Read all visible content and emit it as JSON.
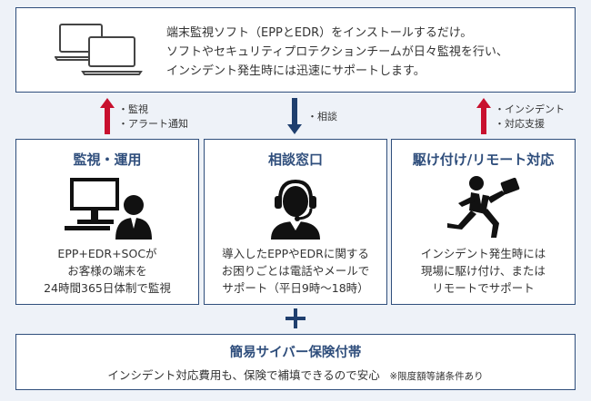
{
  "top": {
    "lines": [
      "端末監視ソフト（EPPとEDR）をインストールするだけ。",
      "ソフトやセキュリティプロテクションチームが日々監視を行い、",
      "インシデント発生時には迅速にサポートします。"
    ],
    "icon": "two-laptops-icon"
  },
  "arrows": [
    {
      "direction": "up",
      "color": "#c8102e",
      "labels": [
        "・監視",
        "・アラート通知"
      ]
    },
    {
      "direction": "down",
      "color": "#1f3f6e",
      "labels": [
        "・相談"
      ]
    },
    {
      "direction": "up",
      "color": "#c8102e",
      "labels": [
        "・インシデント",
        "・対応支援"
      ]
    }
  ],
  "cards": [
    {
      "title": "監視・運用",
      "icon": "monitoring-person-icon",
      "lines": [
        "EPP+EDR+SOCが",
        "お客様の端末を",
        "24時間365日体制で監視"
      ]
    },
    {
      "title": "相談窓口",
      "icon": "headset-operator-icon",
      "lines": [
        "導入したEPPやEDRに関する",
        "お困りごとは電話やメールで",
        "サポート（平日9時〜18時）"
      ]
    },
    {
      "title": "駆け付け/リモート対応",
      "icon": "running-person-icon",
      "lines": [
        "インシデント発生時には",
        "現場に駆け付け、または",
        "リモートでサポート"
      ]
    }
  ],
  "plus_icon": "plus-icon",
  "bottom": {
    "title": "簡易サイバー保険付帯",
    "text": "インシデント対応費用も、保険で補填できるので安心",
    "note": "※限度額等諸条件あり"
  },
  "colors": {
    "border": "#2f4e7c",
    "title": "#2f4e7c",
    "background": "#eef2f8",
    "up_arrow": "#c8102e",
    "down_arrow": "#1f3f6e"
  }
}
